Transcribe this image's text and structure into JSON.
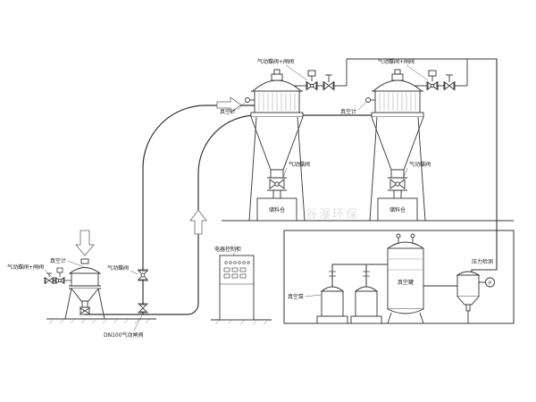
{
  "diagram": {
    "watermark": "谷瀑环保",
    "labels": {
      "top_valve_combo_1": "气动蝶阀+闸阀",
      "top_valve_combo_2": "气动蝶阀+闸阀",
      "feeder_valve_combo": "气动蝶阀+闸阀",
      "vacuum_gauge_1": "真空计",
      "vacuum_gauge_2": "真空计",
      "feeder_vacuum_gauge": "真空计",
      "discharge_valve_1": "气动蝶阀",
      "discharge_valve_2": "气动蝶阀",
      "riser_valve": "气动蝶阀",
      "dn100_gate_valve": "DN100气动闸阀",
      "storage_bin_1": "储料仓",
      "storage_bin_2": "储料仓",
      "control_cabinet": "电器控制柜",
      "vacuum_pump": "真空泵",
      "vacuum_tank": "真空罐",
      "pressure_detect": "压力检测",
      "pressure_tag": "P"
    }
  }
}
